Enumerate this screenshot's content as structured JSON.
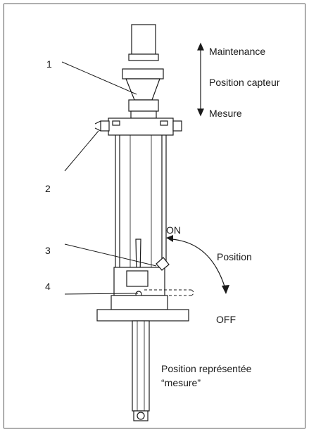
{
  "callouts": {
    "c1": "1",
    "c2": "2",
    "c3": "3",
    "c4": "4"
  },
  "top_labels": {
    "maintenance": "Maintenance",
    "position_capteur": "Position capteur",
    "mesure": "Mesure"
  },
  "valve_labels": {
    "on": "ON",
    "position": "Position",
    "off": "OFF"
  },
  "caption": {
    "line1": "Position représentée",
    "line2": "“mesure”"
  },
  "colors": {
    "line": "#1a1a1a",
    "border": "#555555",
    "background": "#ffffff"
  }
}
